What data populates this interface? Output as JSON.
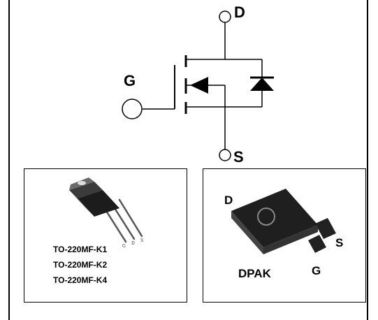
{
  "schematic": {
    "drain_label": "D",
    "gate_label": "G",
    "source_label": "S"
  },
  "package_left": {
    "lead_labels": [
      "G",
      "D",
      "S"
    ],
    "models": [
      "TO-220MF-K1",
      "TO-220MF-K2",
      "TO-220MF-K4"
    ]
  },
  "package_right": {
    "drain_label": "D",
    "source_label": "S",
    "gate_label": "G",
    "package_name": "DPAK"
  }
}
